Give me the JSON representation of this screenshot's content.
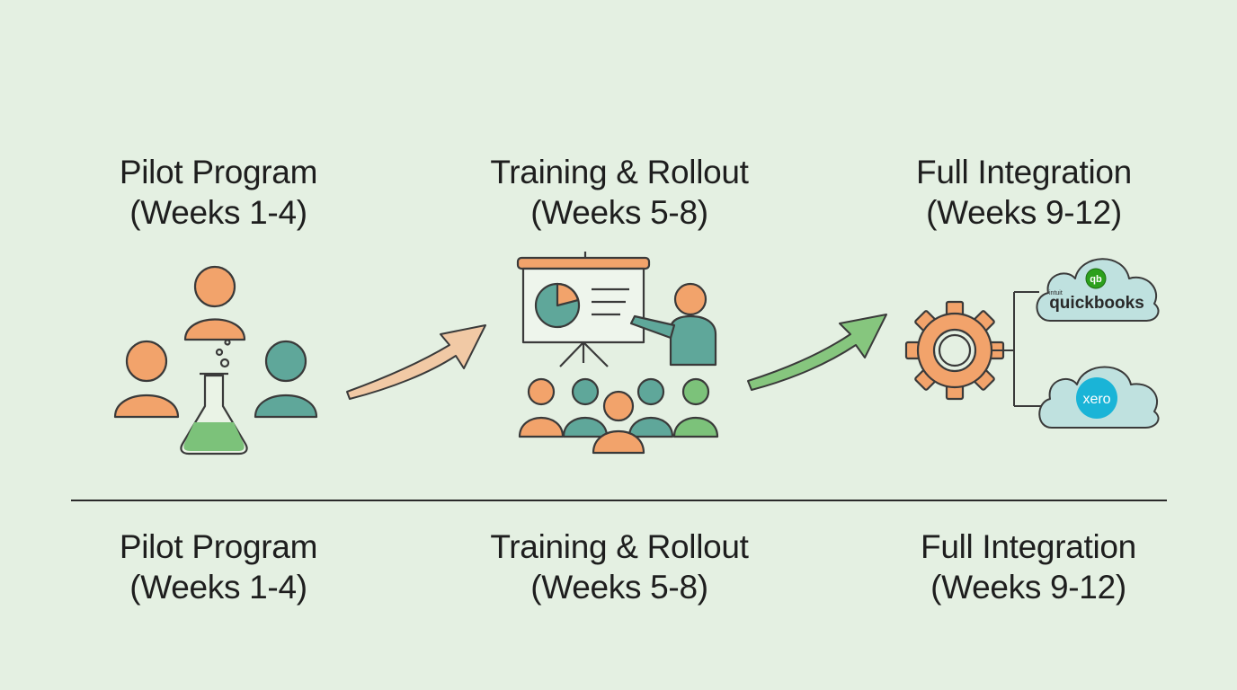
{
  "phases_top": [
    {
      "title": "Pilot Program",
      "weeks": "(Weeks 1-4)"
    },
    {
      "title": "Training & Rollout",
      "weeks": "(Weeks 5-8)"
    },
    {
      "title": "Full Integration",
      "weeks": "(Weeks 9-12)"
    }
  ],
  "phases_bottom": [
    {
      "title": "Pilot Program",
      "weeks": "(Weeks 1-4)"
    },
    {
      "title": "Training & Rollout",
      "weeks": "(Weeks 5-8)"
    },
    {
      "title": "Full Integration",
      "weeks": "(Weeks 9-12)"
    }
  ],
  "integrations": {
    "quickbooks": {
      "small": "intuit",
      "name": "quickbooks",
      "mark": "qb"
    },
    "xero": {
      "name": "xero"
    }
  },
  "icons": [
    "pilot-team-icon",
    "flask-icon",
    "arrow-icon",
    "presentation-board-icon",
    "audience-icon",
    "gear-icon",
    "cloud-icon"
  ],
  "colors": {
    "background": "#e4f0e2",
    "orange": "#f2a36b",
    "teal": "#5fa79a",
    "green": "#7cc27a",
    "text": "#1e1e1e"
  }
}
